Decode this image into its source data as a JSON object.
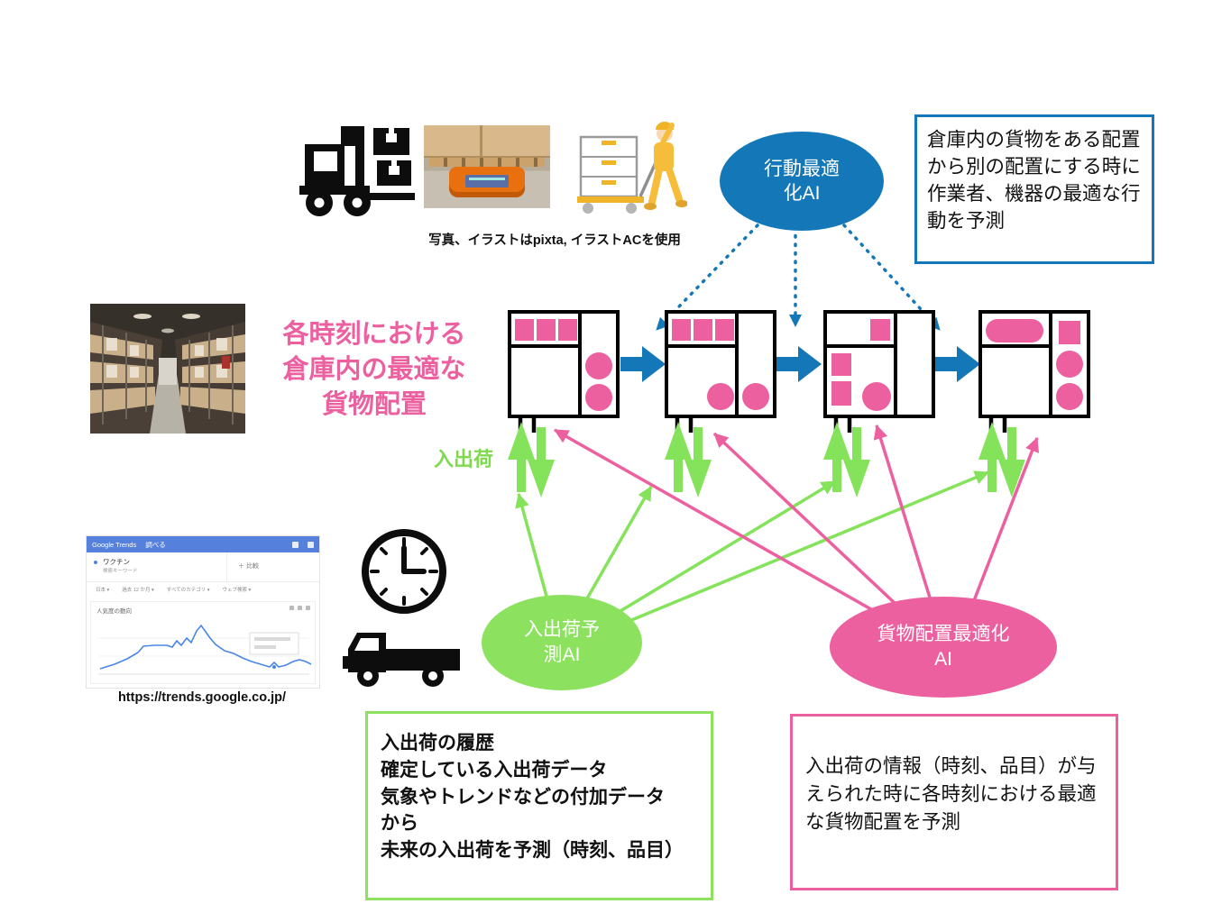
{
  "palette": {
    "blue": "#1478b8",
    "pink": "#ec60a0",
    "green": "#8ce25f",
    "black": "#111111"
  },
  "credit_caption": "写真、イラストはpixta, イラストACを使用",
  "action_ai": {
    "label": "行動最適\n化AI"
  },
  "action_note": "倉庫内の貨物をある配置から別の配置にする時に作業者、機器の最適な行動を予測",
  "placement_title": "各時刻における\n倉庫内の最適な\n貨物配置",
  "inout_label": "入出荷",
  "forecast_ai": {
    "label": "入出荷予\n測AI"
  },
  "placement_ai": {
    "label": "貨物配置最適化\nAI"
  },
  "forecast_note": "入出荷の履歴\n確定している入出荷データ\n気象やトレンドなどの付加データ\nから\n未来の入出荷を予測（時刻、品目）",
  "placement_note": "入出荷の情報（時刻、品目）が与えられた時に各時刻における最適な貨物配置を予測",
  "trends": {
    "brand": "Google Trends",
    "explore": "調べる",
    "term": "ワクチン",
    "term_sub": "検索キーワード",
    "compare": "＋ 比較",
    "filters": [
      "日本 ▾",
      "過去 12 か月 ▾",
      "すべてのカテゴリ ▾",
      "ウェブ検索 ▾"
    ],
    "panel_title": "人気度の動向",
    "url": "https://trends.google.co.jp/"
  }
}
